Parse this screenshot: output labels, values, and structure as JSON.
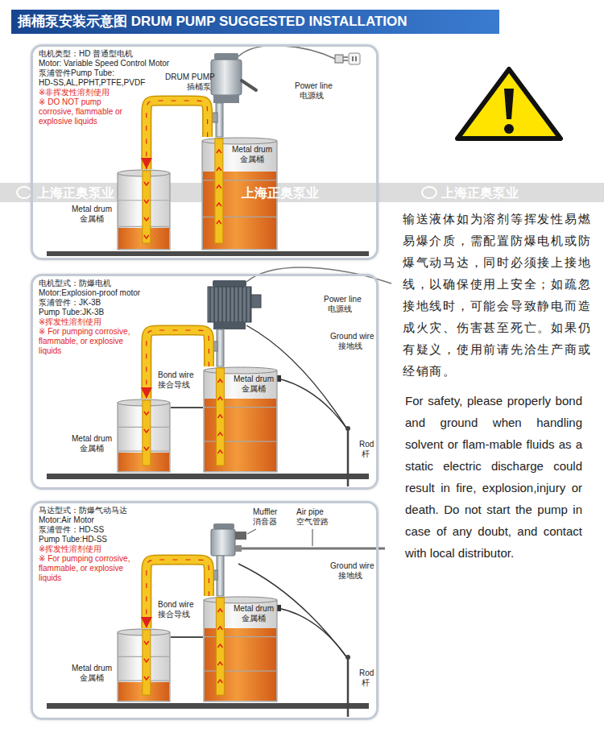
{
  "diagram": {
    "title": "插桶泵安装示意图 DRUM PUMP SUGGESTED INSTALLATION",
    "nodes": [
      {
        "text": [
          "电机类型：HD 普通型电机",
          "Motor: Variable Speed Control Motor",
          "泵浦管件Pump Tube:",
          "HD-SS,AL,PPHT,PTFE,PVDF",
          "※非挥发性溶剂使用",
          "※ DO NOT pump corrosive, flammable or explosive liquids"
        ]
      },
      {
        "text": [
          "Metal drum",
          "金属桶"
        ],
        "in": 0
      },
      {
        "text": [
          "Metal drum",
          "金属桶"
        ],
        "in": 0
      },
      {
        "text": [
          "电机型式：防爆电机",
          "Motor:Explosion-proof motor",
          "泵浦管件：JK-3B",
          "Pump Tube:JK-3B",
          "※挥发性溶剂使用",
          "※ For pumping corrosive, flammable, or explosive liquids"
        ]
      },
      {
        "text": [
          "Metal drum",
          "金属桶"
        ],
        "in": 3
      },
      {
        "text": [
          "Metal drum",
          "金属桶"
        ],
        "in": 3
      },
      {
        "text": [
          "马达型式：防爆气动马达",
          "Motor:Air Motor",
          "泵浦管件：HD-SS",
          "Pump Tube:HD-SS",
          "※挥发性溶剂使用",
          "※ For pumping corrosive, flammable, or explosive liquids"
        ]
      },
      {
        "text": [
          "Metal drum",
          "金属桶"
        ],
        "in": 6
      },
      {
        "text": [
          "Metal drum",
          "金属桶"
        ],
        "in": 6
      }
    ],
    "edges": [
      {
        "from": 2,
        "to": 1,
        "arrow": "to"
      },
      {
        "from": 5,
        "to": 4,
        "arrow": "to"
      },
      {
        "from": 4,
        "to": 5,
        "arrow": "none"
      },
      {
        "from": 8,
        "to": 7,
        "arrow": "to"
      },
      {
        "from": 7,
        "to": 8,
        "arrow": "none"
      }
    ],
    "labels": [
      "DRUM PUMP",
      "插桶泵",
      "Power line",
      "电源线",
      "上海正奥泵业",
      "上海正奥泵业",
      "上海正奥泵业",
      "Power line",
      "电源线",
      "Ground wire",
      "接地线",
      "Bond wire",
      "接合导线",
      "Rod",
      "杆",
      "Muffler",
      "消音器",
      "Air pipe",
      "空气管路",
      "Ground wire",
      "接地线",
      "Bond wire",
      "接合导线",
      "Rod",
      "杆",
      "输送液体如为溶剂等挥发性易燃易爆介质，需配置防爆电机或防爆气动马达，同时必须接上接地线，以确保使用上安全；如疏忽接地线时，可能会导致静电而造成火灾、伤害甚至死亡。如果仍有疑义，使用前请先洽生产商或经销商。",
      "For safety, please properly bond and ground when handling solvent or flam-mable fluids as a static electric discharge could result in fire, explosion,injury or death. Do not start the pump in case of any doubt, and contact with local distributor."
    ]
  }
}
